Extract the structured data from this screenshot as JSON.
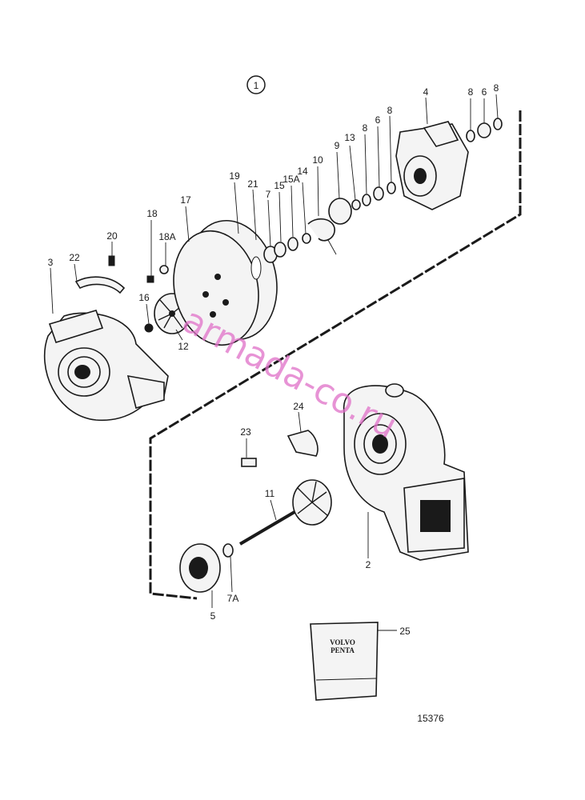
{
  "diagram": {
    "group_number": "1",
    "drawing_number": "15376",
    "watermark": "armada-co.ru",
    "packet": {
      "brand_line1": "VOLVO",
      "brand_line2": "PENTA"
    },
    "callouts": [
      "1",
      "2",
      "3",
      "4",
      "5",
      "6",
      "6",
      "7",
      "7A",
      "8",
      "8",
      "8",
      "8",
      "9",
      "10",
      "11",
      "12",
      "13",
      "14",
      "15",
      "15A",
      "16",
      "17",
      "18",
      "18A",
      "19",
      "20",
      "21",
      "22",
      "23",
      "24",
      "25"
    ]
  }
}
